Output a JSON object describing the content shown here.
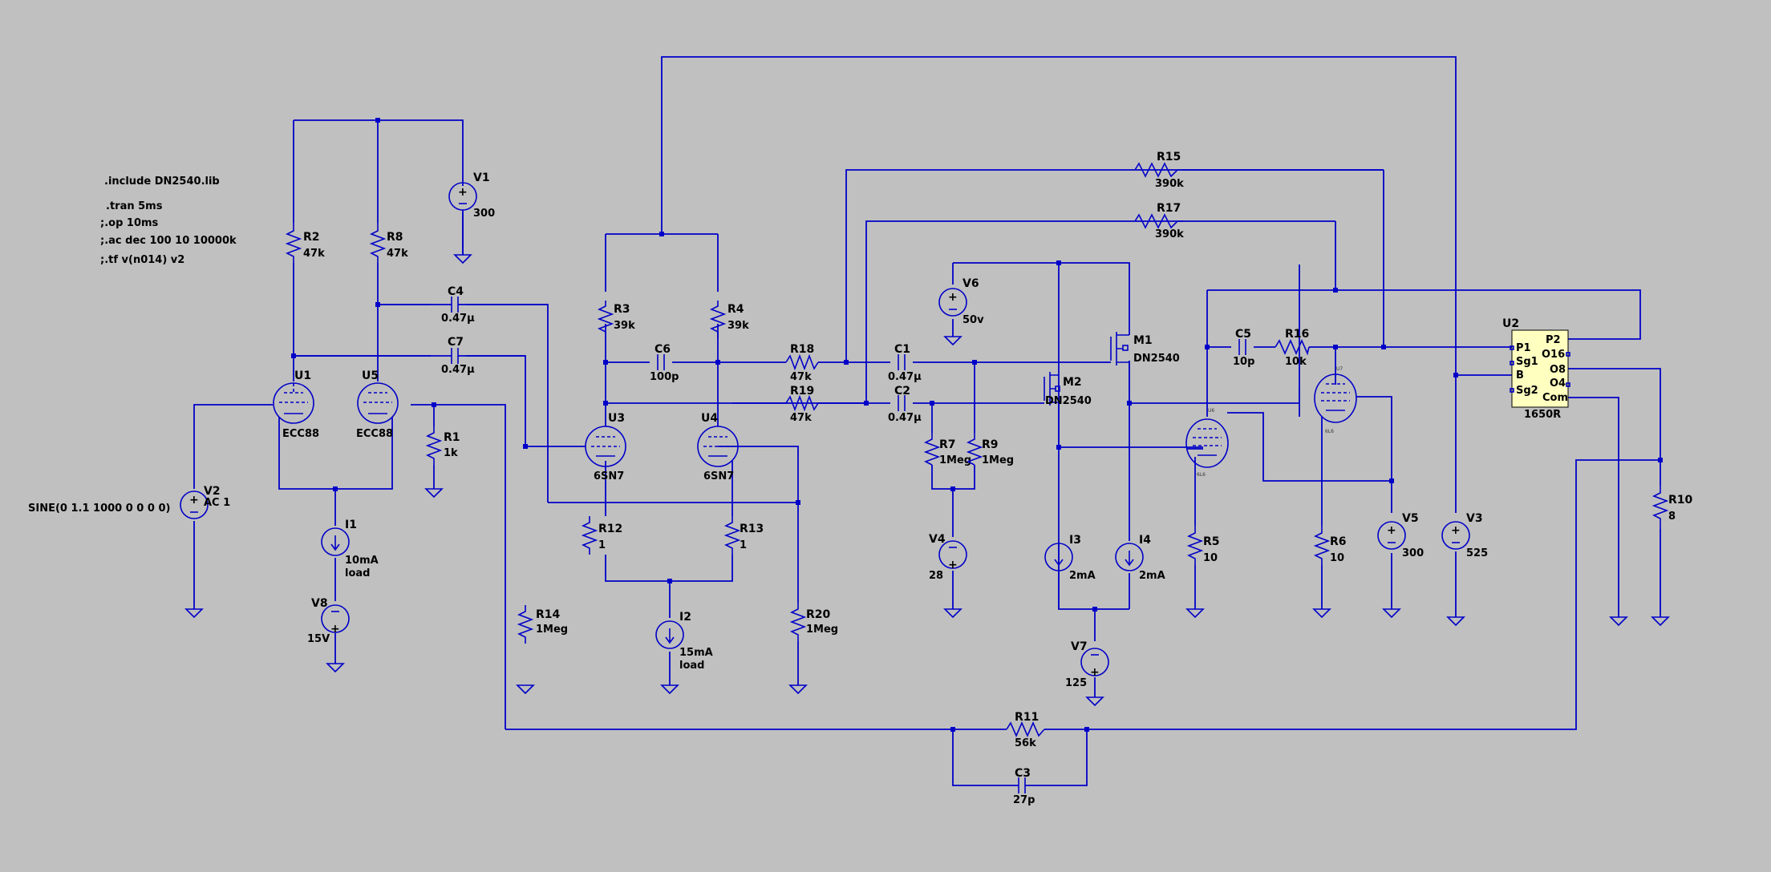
{
  "directives": [
    ".include DN2540.lib",
    ".tran 5ms",
    ";.op 10ms",
    ";.ac dec 100 10 10000k",
    ";.tf v(n014) v2"
  ],
  "source_spec": "SINE(0 1.1 1000 0 0 0 0)",
  "components": {
    "R2": {
      "name": "R2",
      "value": "47k"
    },
    "R8": {
      "name": "R8",
      "value": "47k"
    },
    "V1": {
      "name": "V1",
      "value": "300"
    },
    "C4": {
      "name": "C4",
      "value": "0.47µ"
    },
    "C7": {
      "name": "C7",
      "value": "0.47µ"
    },
    "U1": {
      "name": "U1",
      "value": "ECC88"
    },
    "U5": {
      "name": "U5",
      "value": "ECC88"
    },
    "R1": {
      "name": "R1",
      "value": "1k"
    },
    "V2": {
      "name": "V2",
      "value": "AC 1"
    },
    "I1": {
      "name": "I1",
      "value": "10mA",
      "extra": "load"
    },
    "V8": {
      "name": "V8",
      "value": "15V"
    },
    "R14": {
      "name": "R14",
      "value": "1Meg"
    },
    "R3": {
      "name": "R3",
      "value": "39k"
    },
    "R4": {
      "name": "R4",
      "value": "39k"
    },
    "C6": {
      "name": "C6",
      "value": "100p"
    },
    "U3": {
      "name": "U3",
      "value": "6SN7"
    },
    "U4": {
      "name": "U4",
      "value": "6SN7"
    },
    "R12": {
      "name": "R12",
      "value": "1"
    },
    "R13": {
      "name": "R13",
      "value": "1"
    },
    "I2": {
      "name": "I2",
      "value": "15mA",
      "extra": "load"
    },
    "R20": {
      "name": "R20",
      "value": "1Meg"
    },
    "R18": {
      "name": "R18",
      "value": "47k"
    },
    "R19": {
      "name": "R19",
      "value": "47k"
    },
    "C1": {
      "name": "C1",
      "value": "0.47µ"
    },
    "C2": {
      "name": "C2",
      "value": "0.47µ"
    },
    "V6": {
      "name": "V6",
      "value": "50v"
    },
    "R7": {
      "name": "R7",
      "value": "1Meg"
    },
    "R9": {
      "name": "R9",
      "value": "1Meg"
    },
    "V4": {
      "name": "V4",
      "value": "28"
    },
    "M1": {
      "name": "M1",
      "value": "DN2540"
    },
    "M2": {
      "name": "M2",
      "value": "DN2540"
    },
    "I3": {
      "name": "I3",
      "value": "2mA"
    },
    "I4": {
      "name": "I4",
      "value": "2mA"
    },
    "V7": {
      "name": "V7",
      "value": "125"
    },
    "R15": {
      "name": "R15",
      "value": "390k"
    },
    "R17": {
      "name": "R17",
      "value": "390k"
    },
    "C5": {
      "name": "C5",
      "value": "10p"
    },
    "R16": {
      "name": "R16",
      "value": "10k"
    },
    "R5": {
      "name": "R5",
      "value": "10"
    },
    "R6": {
      "name": "R6",
      "value": "10"
    },
    "V5": {
      "name": "V5",
      "value": "300"
    },
    "V3": {
      "name": "V3",
      "value": "525"
    },
    "U2": {
      "name": "U2",
      "value": "1650R"
    },
    "R10": {
      "name": "R10",
      "value": "8"
    },
    "R11": {
      "name": "R11",
      "value": "56k"
    },
    "C3": {
      "name": "C3",
      "value": "27p"
    }
  },
  "transformer_pins": {
    "p1": "P1",
    "p2": "P2",
    "sg1": "Sg1",
    "o16": "O16",
    "b": "B",
    "o8": "O8",
    "sg2": "Sg2",
    "o4": "O4",
    "com": "Com"
  },
  "colors": {
    "background": "#c0c0c0",
    "wire": "#0000c8",
    "transformer_fill": "#ffffc0"
  }
}
